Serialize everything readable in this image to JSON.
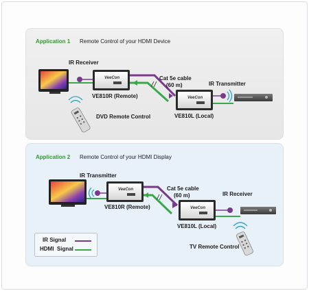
{
  "app1": {
    "tag": "Application 1",
    "title": "Remote Control of your HDMI Device",
    "ir_receiver": "IR Receiver",
    "remote_unit": "VE810R (Remote)",
    "cable_line1": "Cat 5e cable",
    "cable_line2": "(60 m)",
    "ir_transmitter": "IR Transmitter",
    "local_unit": "VE810L (Local)",
    "remote_control": "DVD Remote Control"
  },
  "app2": {
    "tag": "Application 2",
    "title": "Remote Control of your HDMI Display",
    "ir_transmitter": "IR Transmitter",
    "remote_unit": "VE810R (Remote)",
    "cable_line1": "Cat 5e cable",
    "cable_line2": "(60 m)",
    "ir_receiver": "IR Receiver",
    "local_unit": "VE810L (Local)",
    "remote_control": "TV Remote Control"
  },
  "legend": {
    "ir_signal": "IR Signal",
    "hdmi_signal": "HDMI  Signal"
  },
  "colors": {
    "ir": "#7a3a8a",
    "hdmi": "#3aa84a",
    "app_tag": "#2e9a2e"
  }
}
